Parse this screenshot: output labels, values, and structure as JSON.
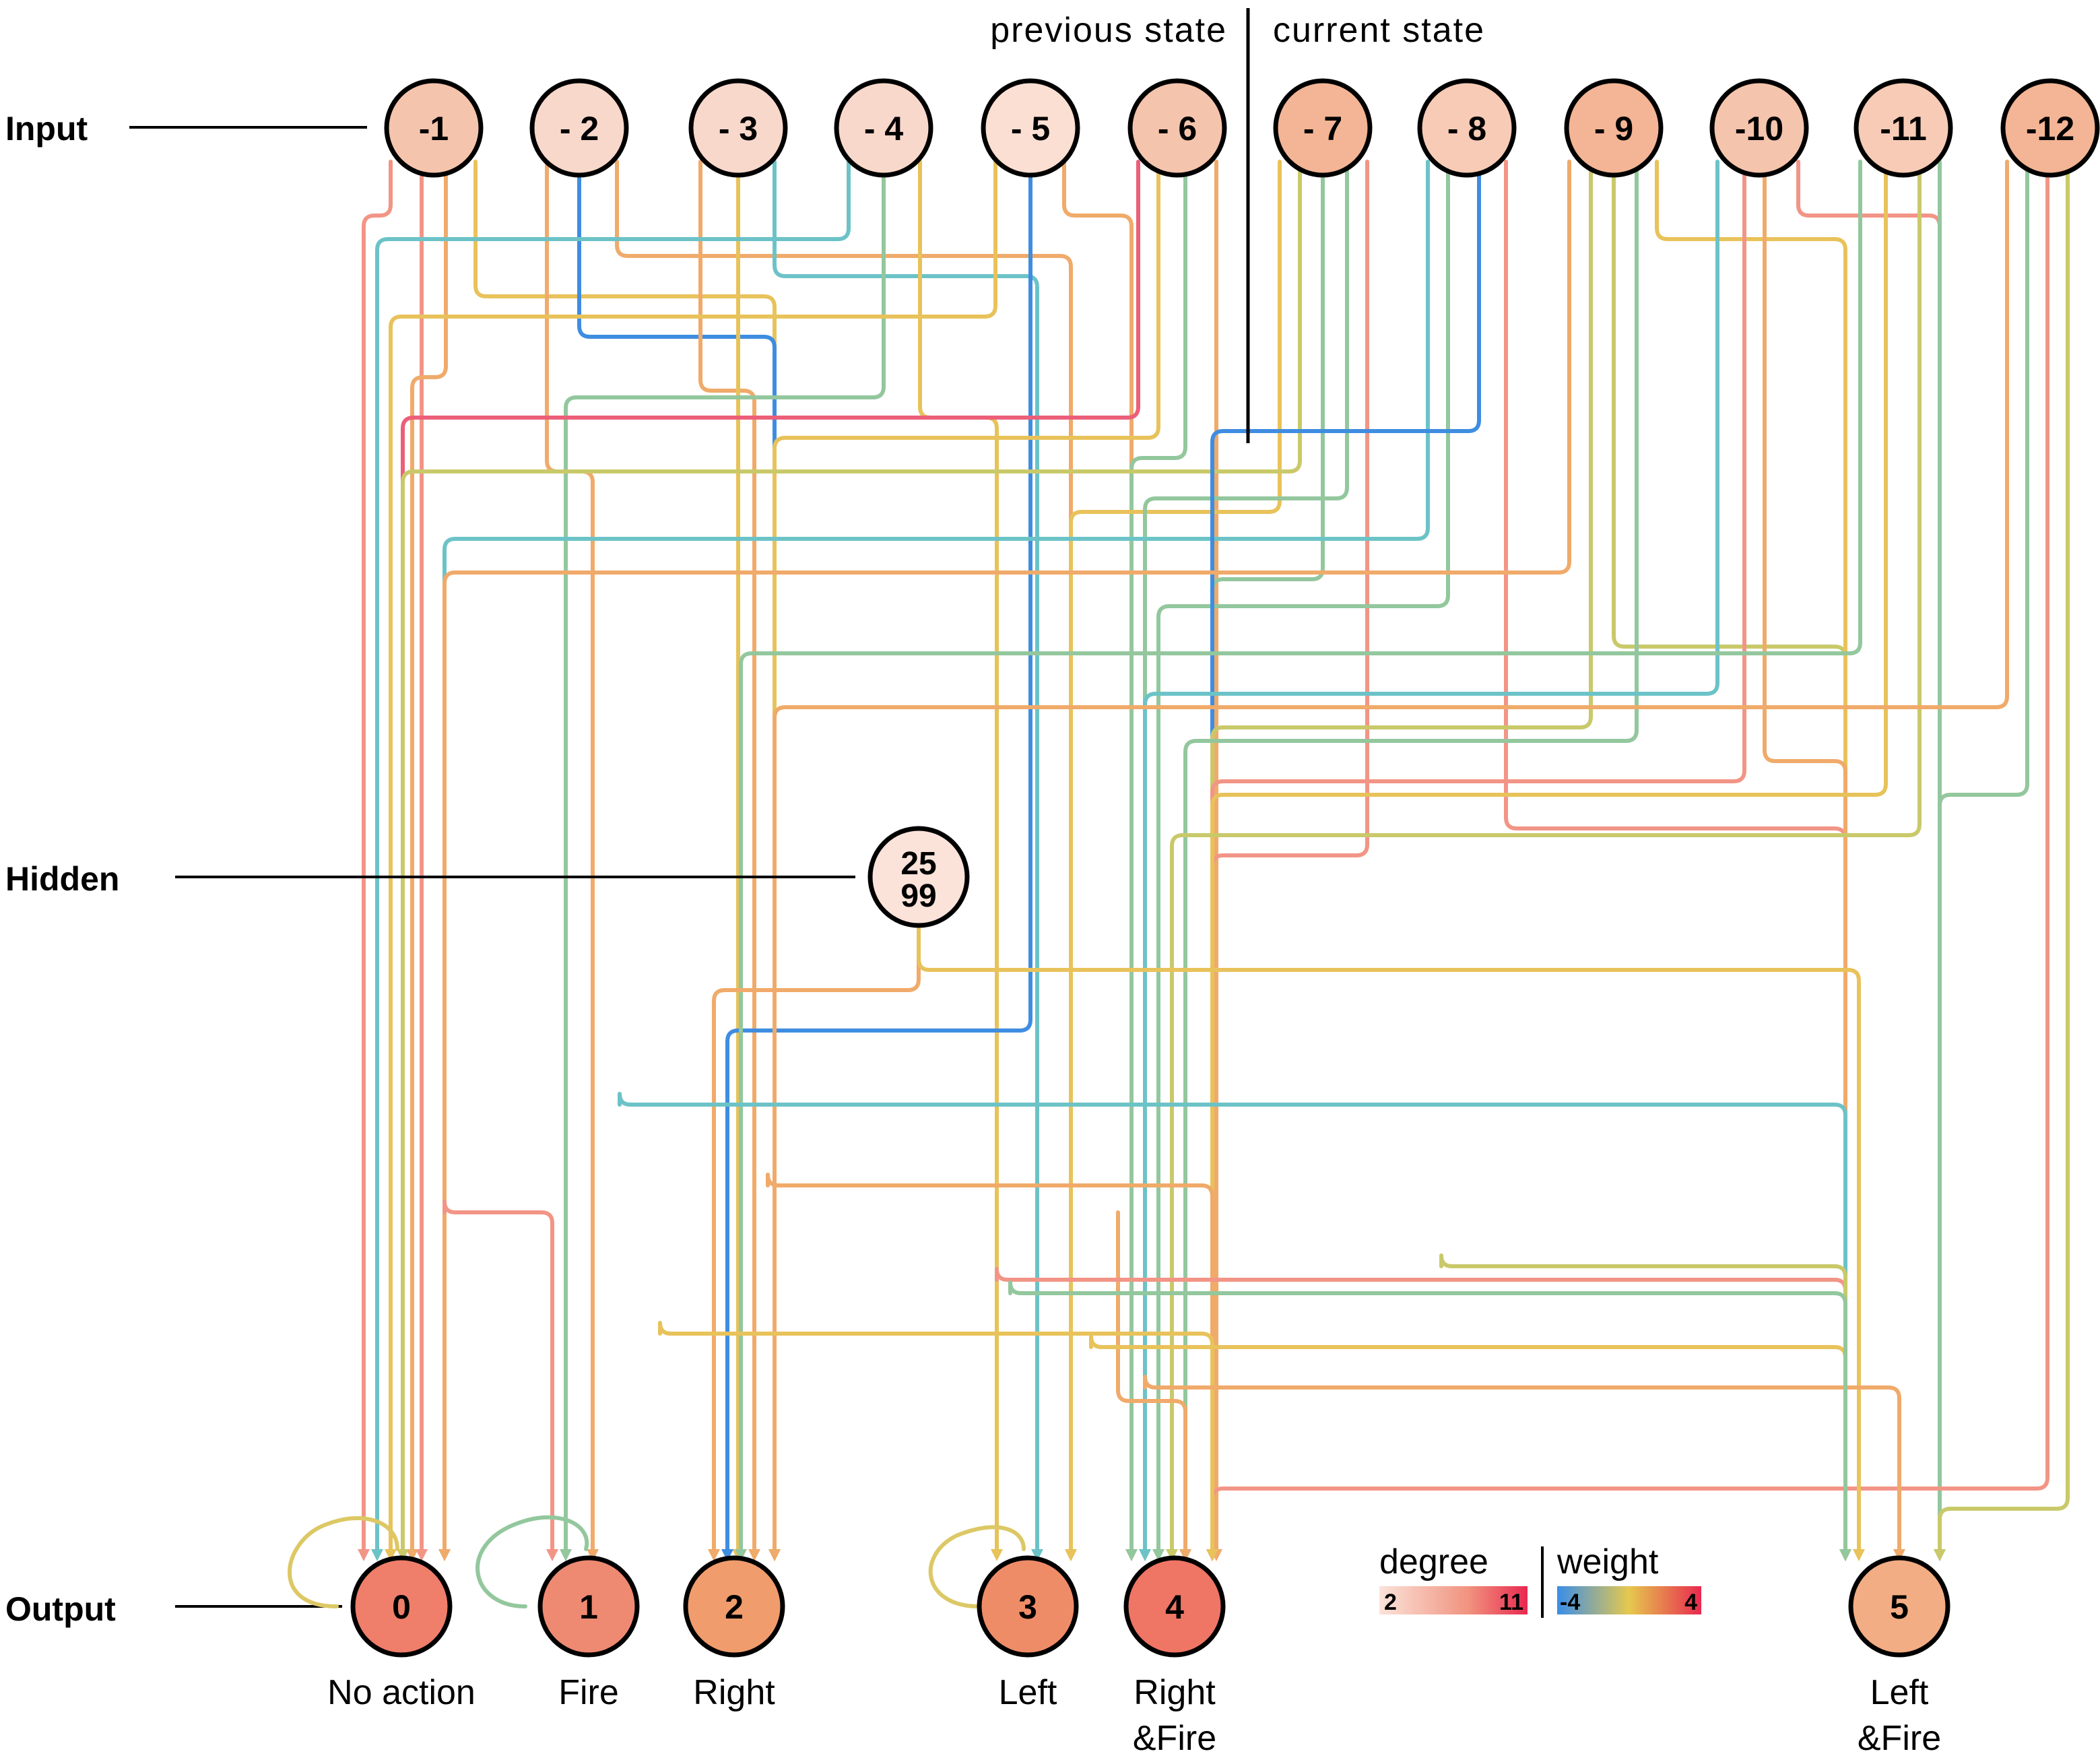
{
  "labels": {
    "input": "Input",
    "hidden": "Hidden",
    "output": "Output",
    "previous_state": "previous state",
    "current_state": "current state"
  },
  "input_nodes": [
    {
      "id": "in1",
      "label": "-1",
      "fill": "#f5c4ad"
    },
    {
      "id": "in2",
      "label": "- 2",
      "fill": "#f9d8cc"
    },
    {
      "id": "in3",
      "label": "- 3",
      "fill": "#f9d8cc"
    },
    {
      "id": "in4",
      "label": "- 4",
      "fill": "#f9d8cc"
    },
    {
      "id": "in5",
      "label": "- 5",
      "fill": "#fbdfd3"
    },
    {
      "id": "in6",
      "label": "- 6",
      "fill": "#f5c4ad"
    },
    {
      "id": "in7",
      "label": "- 7",
      "fill": "#f3b595"
    },
    {
      "id": "in8",
      "label": "- 8",
      "fill": "#f7cbb6"
    },
    {
      "id": "in9",
      "label": "- 9",
      "fill": "#f3b595"
    },
    {
      "id": "in10",
      "label": "-10",
      "fill": "#f5c4ad"
    },
    {
      "id": "in11",
      "label": "-11",
      "fill": "#f7cbb6"
    },
    {
      "id": "in12",
      "label": "-12",
      "fill": "#f3b595"
    }
  ],
  "hidden_node": {
    "line1": "25",
    "line2": "99",
    "fill": "#fbe3da"
  },
  "output_nodes": [
    {
      "id": "out0",
      "label": "0",
      "action": "No action",
      "action2": "",
      "fill": "#ef7e6a"
    },
    {
      "id": "out1",
      "label": "1",
      "action": "Fire",
      "action2": "",
      "fill": "#ef8a72"
    },
    {
      "id": "out2",
      "label": "2",
      "action": "Right",
      "action2": "",
      "fill": "#f09c6c"
    },
    {
      "id": "out3",
      "label": "3",
      "action": "Left",
      "action2": "",
      "fill": "#ef8c68"
    },
    {
      "id": "out4",
      "label": "4",
      "action": "Right",
      "action2": "&Fire",
      "fill": "#ef7565"
    },
    {
      "id": "out5",
      "label": "5",
      "action": "Left",
      "action2": "&Fire",
      "fill": "#f3ad84"
    }
  ],
  "legend": {
    "degree_title": "degree",
    "degree_min": "2",
    "degree_max": "11",
    "weight_title": "weight",
    "weight_min": "-4",
    "weight_max": "4"
  },
  "colors": {
    "degree_low": "#fbe3da",
    "degree_high": "#e8294f",
    "weight_neg": "#3a8ee8",
    "weight_mid": "#e6c84e",
    "weight_pos": "#e8294f",
    "line_blue": "#3f8de0",
    "line_teal": "#6cc3c7",
    "line_green": "#93c79d",
    "line_olive": "#c9c96a",
    "line_yellow": "#e8c25a",
    "line_orange": "#f0aa6a",
    "line_salmon": "#f29586",
    "line_red": "#ec5f79"
  }
}
